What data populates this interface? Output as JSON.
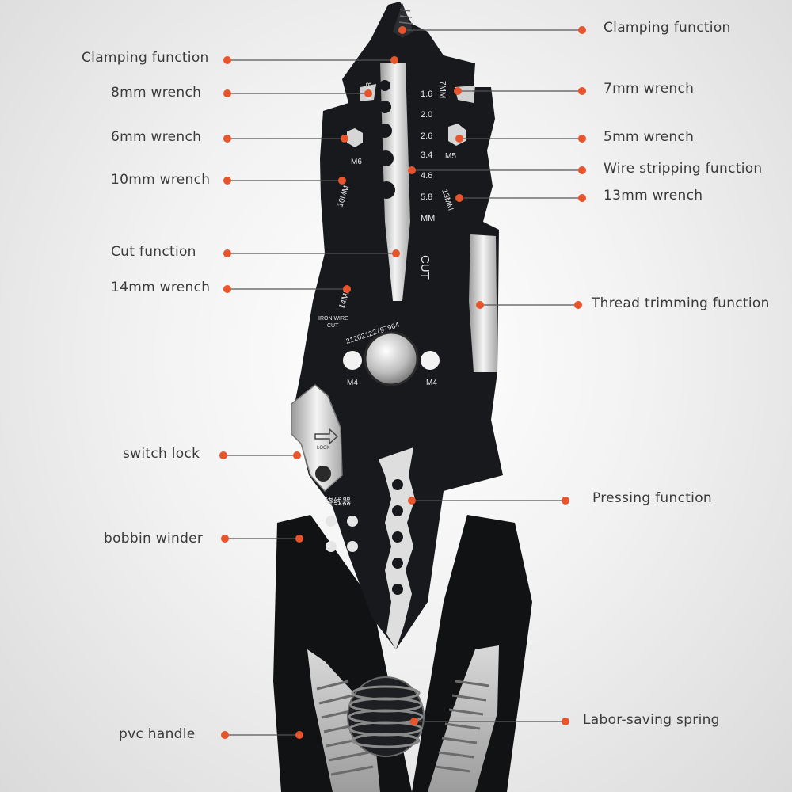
{
  "colors": {
    "accent": "#e8542c",
    "tool_body": "#17191c",
    "etch": "#e8e8e8",
    "background": "#eeeeee"
  },
  "callouts": {
    "clamping_top": "Clamping function",
    "clamping_left": "Clamping function",
    "wrench_8mm": "8mm wrench",
    "wrench_7mm": "7mm wrench",
    "wrench_6mm": "6mm wrench",
    "wrench_5mm": "5mm wrench",
    "wire_stripping": "Wire stripping function",
    "wrench_10mm": "10mm wrench",
    "wrench_13mm": "13mm wrench",
    "cut": "Cut function",
    "wrench_14mm": "14mm wrench",
    "thread_trimming": "Thread trimming function",
    "switch_lock": "switch lock",
    "pressing": "Pressing function",
    "bobbin_winder": "bobbin winder",
    "labor_spring": "Labor-saving spring",
    "pvc_handle": "pvc handle"
  },
  "tool": {
    "gauge": [
      "1.6",
      "2.0",
      "2.6",
      "3.4",
      "4.6",
      "5.8"
    ],
    "gauge_unit": "MM",
    "mark_8mm": "8MM",
    "mark_7mm": "7MM",
    "mark_m6": "M6",
    "mark_m5": "M5",
    "mark_10mm": "10MM",
    "mark_13mm": "13MM",
    "mark_14mm": "14MM",
    "cut": "CUT",
    "iron_wire_1": "IRON WIRE",
    "iron_wire_2": "CUT",
    "serial": "21202122797964",
    "m4_left": "M4",
    "m4_right": "M4",
    "lock": "LOCK",
    "winder_cn": "绕线器"
  }
}
